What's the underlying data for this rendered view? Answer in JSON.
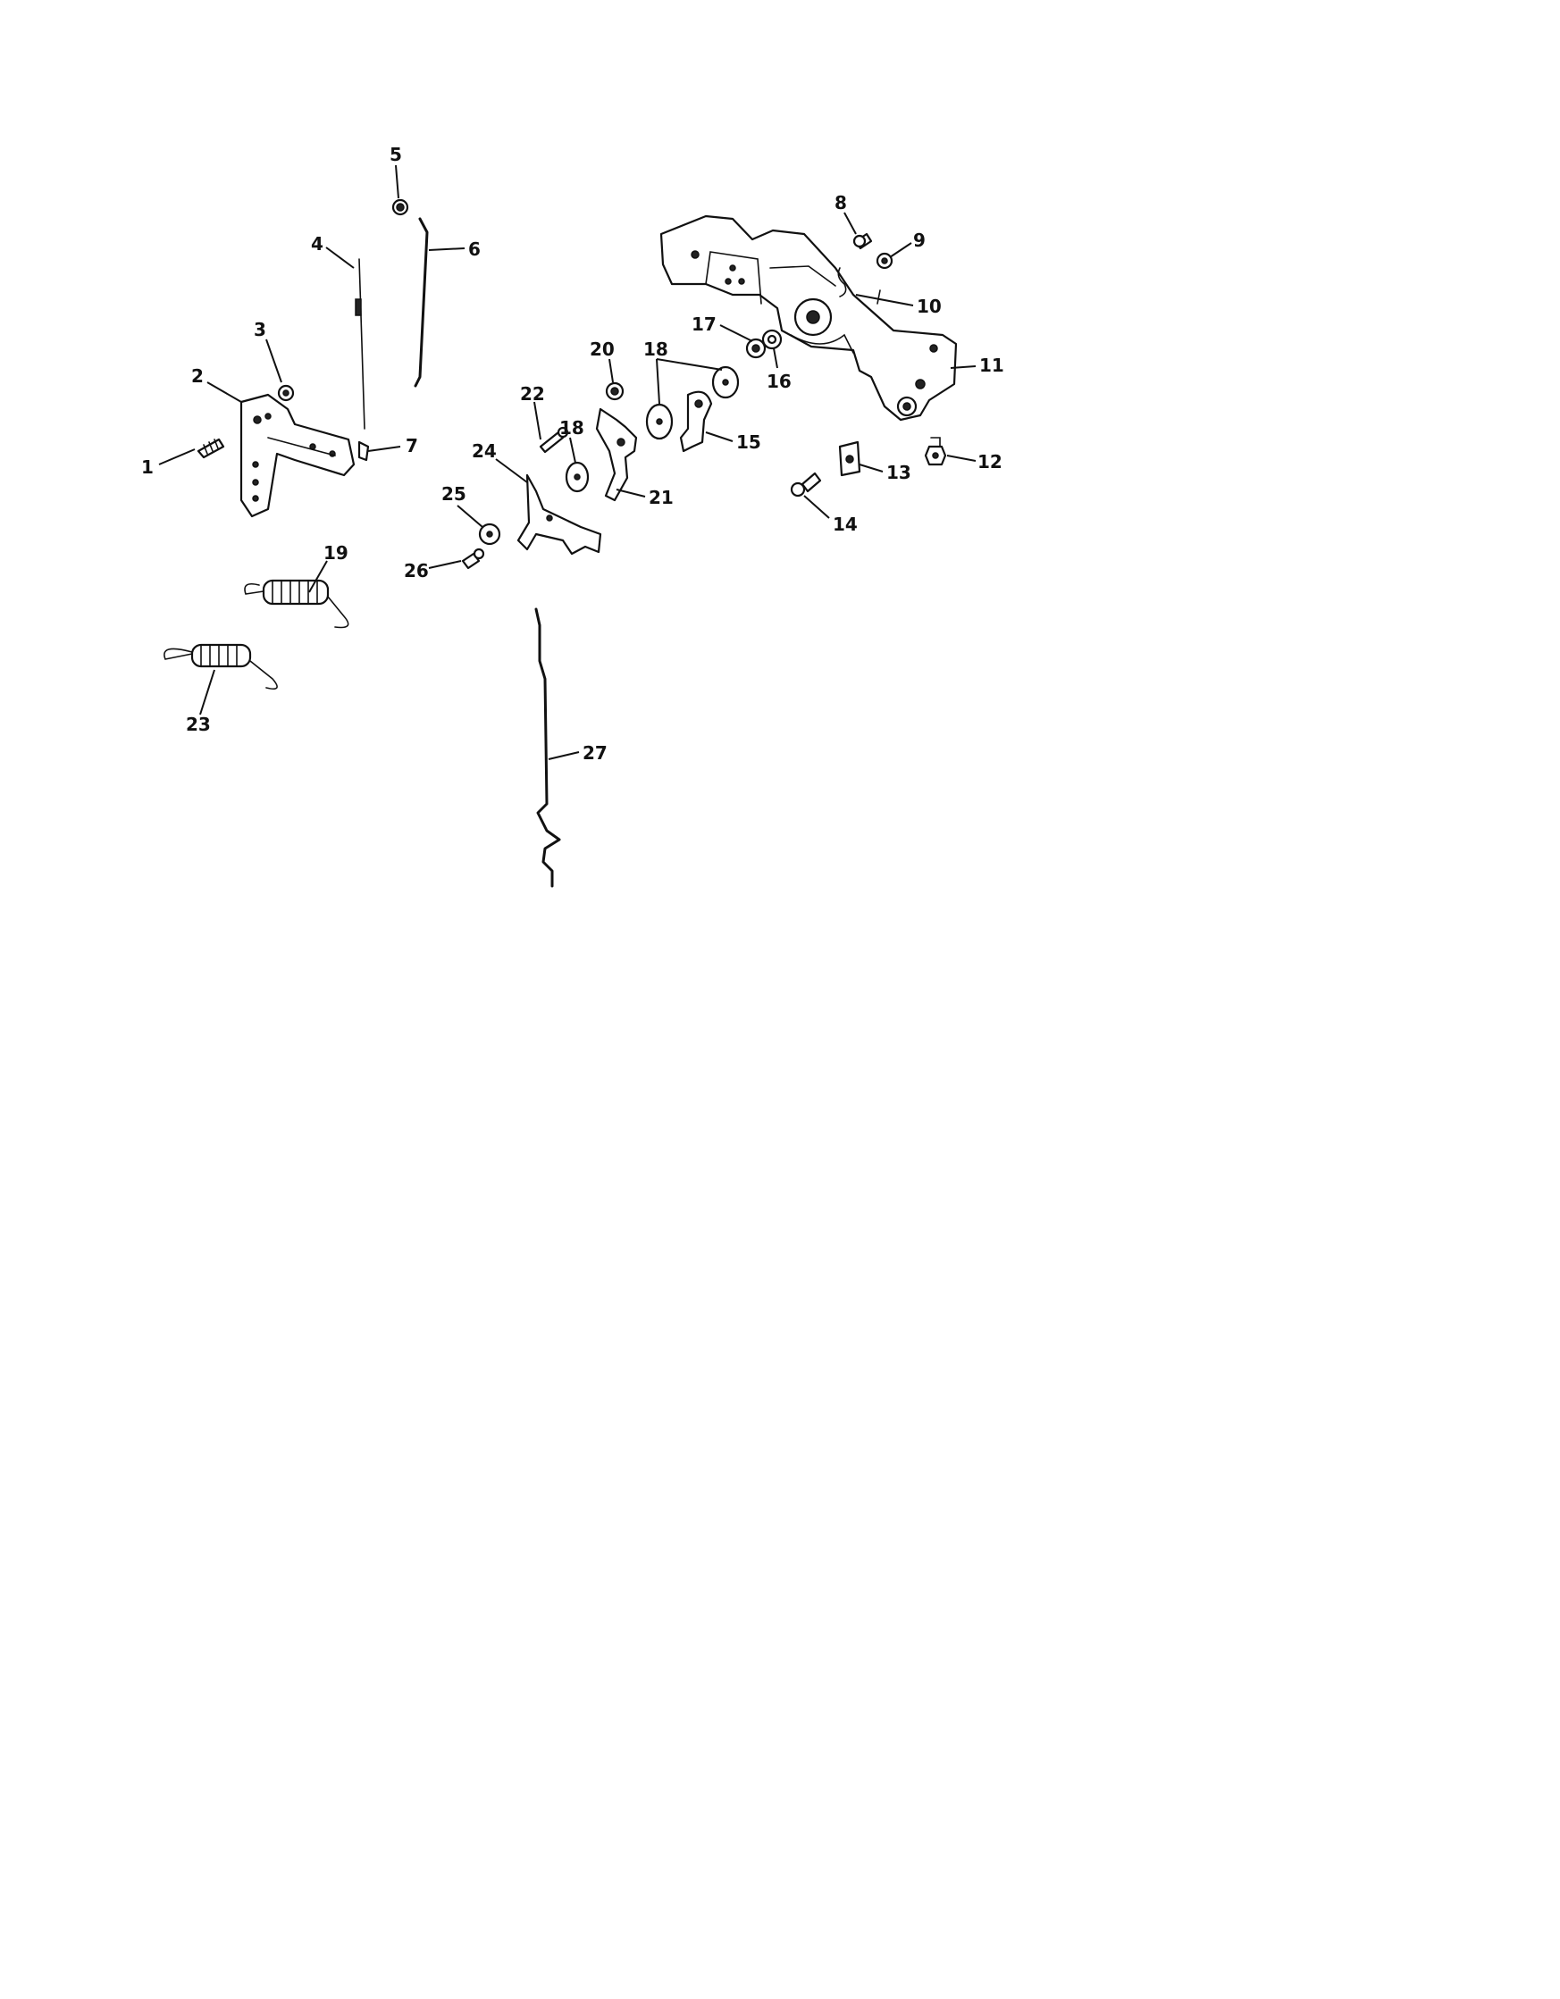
{
  "callouts": {
    "c1": "1",
    "c2": "2",
    "c3": "3",
    "c4": "4",
    "c5": "5",
    "c6": "6",
    "c7": "7",
    "c8": "8",
    "c9": "9",
    "c10": "10",
    "c11": "11",
    "c12": "12",
    "c13": "13",
    "c14": "14",
    "c15": "15",
    "c16": "16",
    "c17": "17",
    "c18a": "18",
    "c18b": "18",
    "c19": "19",
    "c20": "20",
    "c21": "21",
    "c22": "22",
    "c23": "23",
    "c24": "24",
    "c25": "25",
    "c26": "26",
    "c27": "27"
  }
}
